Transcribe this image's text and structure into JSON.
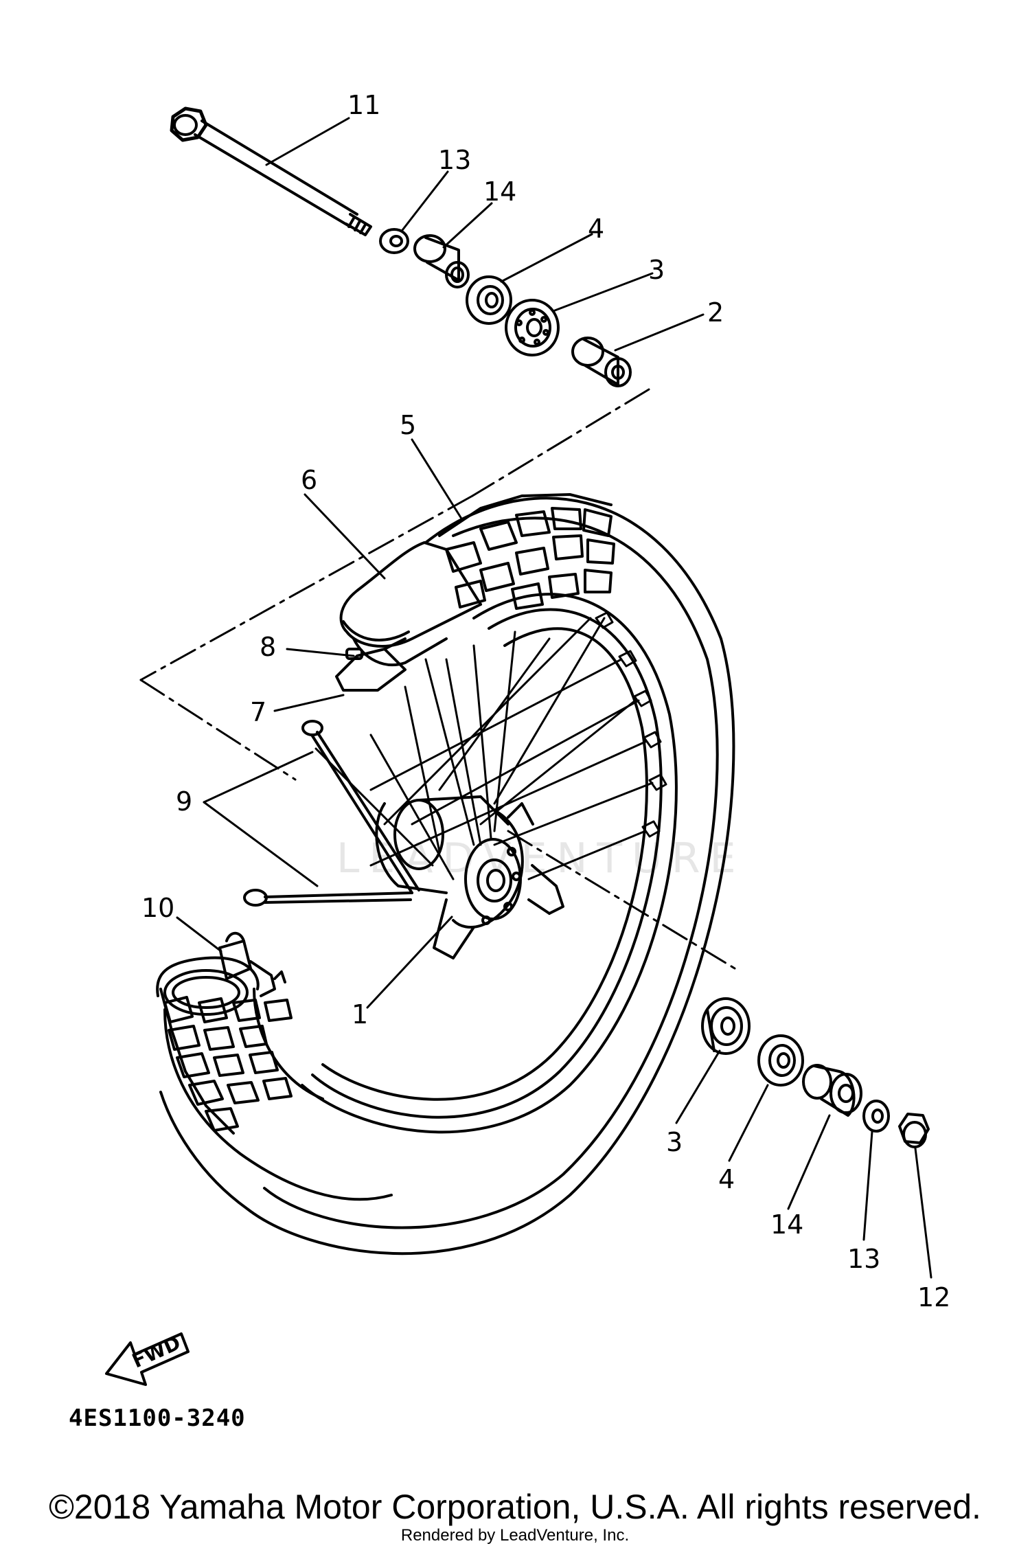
{
  "diagram": {
    "labels": {
      "p1": "1",
      "p2": "2",
      "p3a": "3",
      "p3b": "3",
      "p4a": "4",
      "p4b": "4",
      "p5": "5",
      "p6": "6",
      "p7": "7",
      "p8": "8",
      "p9": "9",
      "p10": "10",
      "p11": "11",
      "p12": "12",
      "p13a": "13",
      "p13b": "13",
      "p14a": "14",
      "p14b": "14"
    },
    "fwd_label": "FWD",
    "part_code": "4ES1100-3240",
    "watermark": "LEADVENTURE",
    "copyright": "©2018 Yamaha Motor Corporation, U.S.A. All rights reserved.",
    "rendered_by": "Rendered by LeadVenture, Inc."
  }
}
